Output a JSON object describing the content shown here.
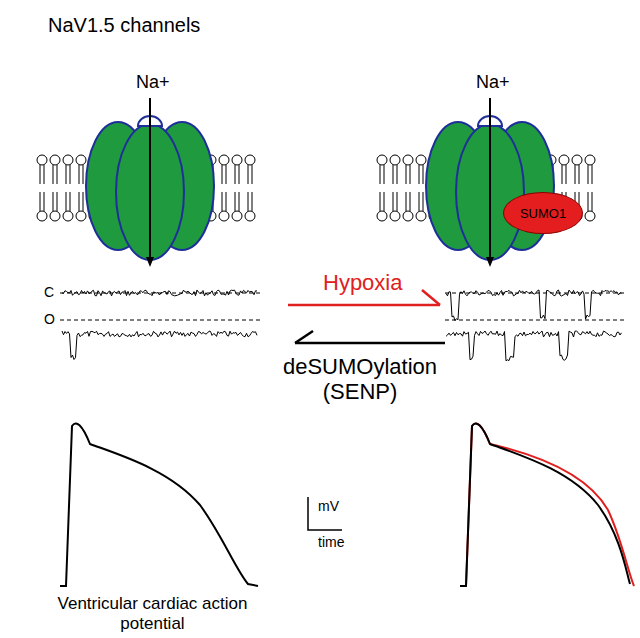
{
  "diagram": {
    "nodes": [
      {
        "text": [
          "SUMO1"
        ]
      }
    ],
    "labels": [
      "NaV1.5 channels",
      "Na+",
      "Na+",
      "C",
      "O",
      "Hypoxia",
      "deSUMOylation (SENP)",
      "mV",
      "time",
      "Ventricular cardiac action potential"
    ]
  }
}
